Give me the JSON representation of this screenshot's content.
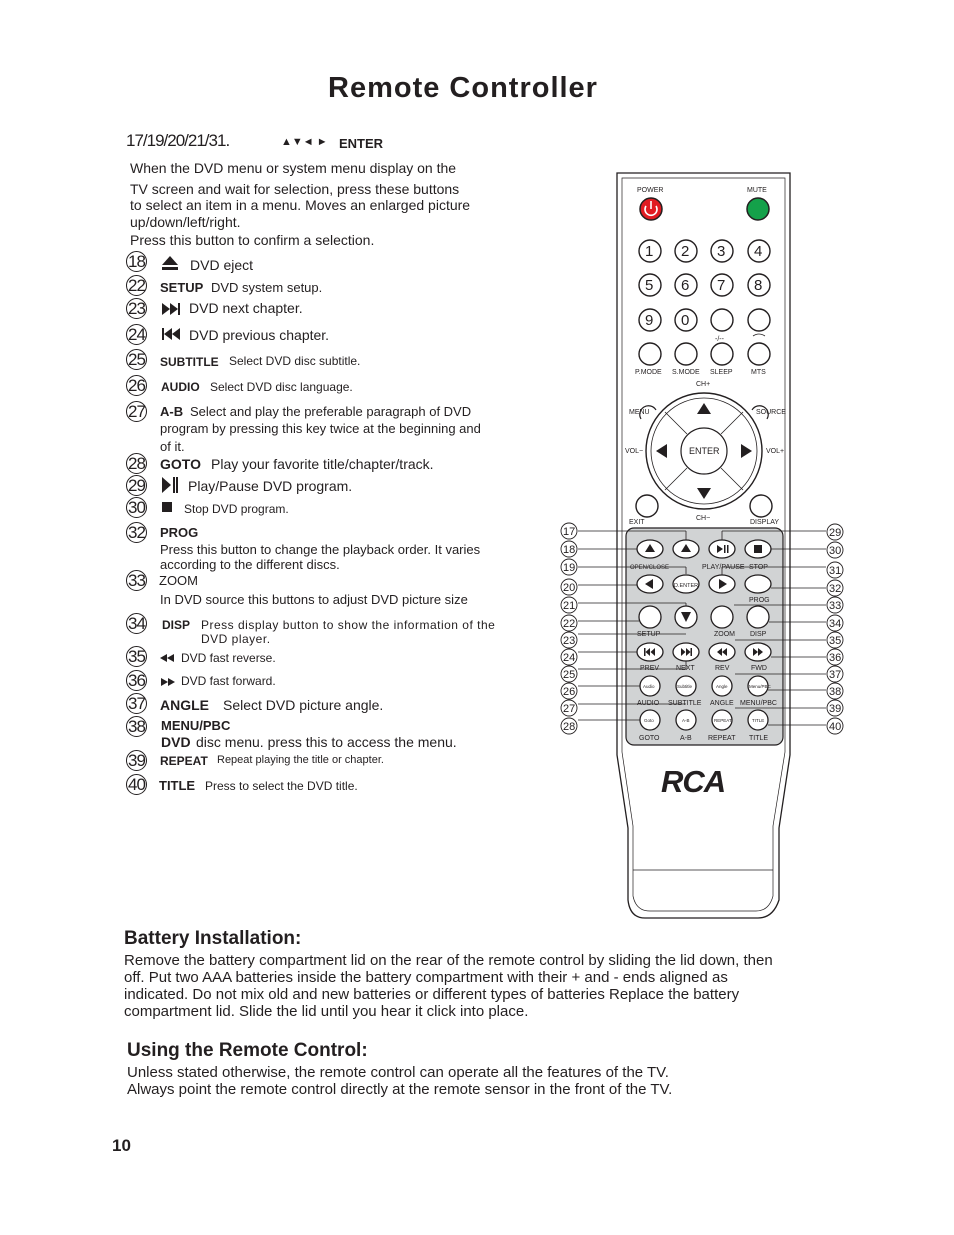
{
  "page_title": "Remote Controller",
  "page_number": "10",
  "intro": {
    "num": "17/19/20/21/31.",
    "arrows": "▲▼◄ ►",
    "enter_label": "ENTER",
    "lines": [
      "When the DVD menu or system menu display on the",
      "TV screen and wait for selection, press these buttons",
      "to select an item in a menu. Moves an enlarged picture",
      "up/down/left/right.",
      "Press this button to confirm a selection."
    ]
  },
  "items": [
    {
      "num": "18",
      "label": "",
      "text": "DVD eject",
      "icon": "eject-icon"
    },
    {
      "num": "22",
      "label": "SETUP",
      "text": "DVD system setup."
    },
    {
      "num": "23",
      "label": "",
      "text": "DVD next chapter.",
      "icon": "next-chapter-icon"
    },
    {
      "num": "24",
      "label": "",
      "text": "DVD previous chapter.",
      "icon": "previous-chapter-icon"
    },
    {
      "num": "25",
      "label": "SUBTITLE",
      "text": "Select DVD disc subtitle."
    },
    {
      "num": "26",
      "label": "AUDIO",
      "text": "Select DVD disc language."
    },
    {
      "num": "27",
      "label": "A-B",
      "text": "Select and play the preferable paragraph of DVD",
      "text2": "program by pressing this key twice at the beginning and",
      "text3": "of it."
    },
    {
      "num": "28",
      "label": "GOTO",
      "text": "Play your favorite title/chapter/track."
    },
    {
      "num": "29",
      "label": "",
      "text": "Play/Pause DVD program.",
      "icon": "play-pause-icon"
    },
    {
      "num": "30",
      "label": "",
      "text": "Stop DVD program.",
      "icon": "stop-icon"
    },
    {
      "num": "32",
      "label": "PROG",
      "text": "Press this button to change the playback order. It varies",
      "text2": "according to the different discs."
    },
    {
      "num": "33",
      "label": "ZOOM",
      "text": "In DVD source this buttons to adjust DVD picture size"
    },
    {
      "num": "34",
      "label": "DISP",
      "text": "Press display button to show the information of the",
      "text2": "DVD player."
    },
    {
      "num": "35",
      "label": "",
      "text": "DVD fast reverse.",
      "icon": "fast-reverse-icon"
    },
    {
      "num": "36",
      "label": "",
      "text": "DVD fast forward.",
      "icon": "fast-forward-icon"
    },
    {
      "num": "37",
      "label": "ANGLE",
      "text": "Select DVD picture angle."
    },
    {
      "num": "38",
      "label": "MENU/PBC",
      "label2": "DVD",
      "text": "disc menu. press this to access the menu."
    },
    {
      "num": "39",
      "label": "REPEAT",
      "text": "Repeat playing the title or chapter."
    },
    {
      "num": "40",
      "label": "TITLE",
      "text": "Press to select the DVD title."
    }
  ],
  "battery": {
    "heading": "Battery Installation:",
    "lines": [
      "Remove the battery compartment lid on the rear of the remote control by sliding the lid down, then",
      "off. Put two AAA batteries inside the battery compartment  with their + and -  ends aligned as",
      "indicated. Do not mix old and new batteries or different types of batteries Replace the battery",
      "compartment lid. Slide the lid until you hear it click into place."
    ]
  },
  "using": {
    "heading": "Using the Remote Control:",
    "lines": [
      "Unless stated otherwise, the remote control can operate all the features of the  TV.",
      "Always point the remote control directly at the remote sensor in the front of the  TV."
    ]
  },
  "remote": {
    "brand": "RCA",
    "power": "POWER",
    "mute": "MUTE",
    "digits": [
      "1",
      "2",
      "3",
      "4",
      "5",
      "6",
      "7",
      "8",
      "9",
      "0"
    ],
    "dash": "-/--",
    "pmode": "P.MODE",
    "smode": "S.MODE",
    "sleep": "SLEEP",
    "mts": "MTS",
    "chplus": "CH+",
    "chminus": "CH−",
    "menu": "MENU",
    "source": "SOURCE",
    "volminus": "VOL−",
    "volplus": "VOL+",
    "enter": "ENTER",
    "exit": "EXIT",
    "display": "DISPLAY",
    "open_close": "OPEN/CLOSE",
    "play_pause": "PLAY/PAUSE",
    "stop": "STOP",
    "d_enter": "D.ENTER",
    "prog": "PROG",
    "setup": "SETUP",
    "zoom": "ZOOM",
    "disp": "DISP",
    "prev": "PREV",
    "next": "NEXT",
    "rev": "REV",
    "fwd": "FWD",
    "audio": "AUDIO",
    "subtitle": "SUBTITLE",
    "angle": "ANGLE",
    "menupbc": "MENU/PBC",
    "goto": "GOTO",
    "ab": "A-B",
    "repeat": "REPEAT",
    "title": "TITLE",
    "btn_audio": "Audio",
    "btn_subtitle": "Subtitle",
    "btn_angle": "Angle",
    "btn_menupbc": "Menu/PBC",
    "btn_goto": "Goto",
    "btn_ab": "A-B",
    "btn_repeat": "REPEAT",
    "btn_title": "TITLE",
    "left_callouts": [
      "17",
      "18",
      "19",
      "20",
      "21",
      "22",
      "23",
      "24",
      "25",
      "26",
      "27",
      "28"
    ],
    "right_callouts": [
      "29",
      "30",
      "31",
      "32",
      "33",
      "34",
      "35",
      "36",
      "37",
      "38",
      "39",
      "40"
    ],
    "colors": {
      "power": "#e11b22",
      "mute": "#14a14a"
    }
  }
}
